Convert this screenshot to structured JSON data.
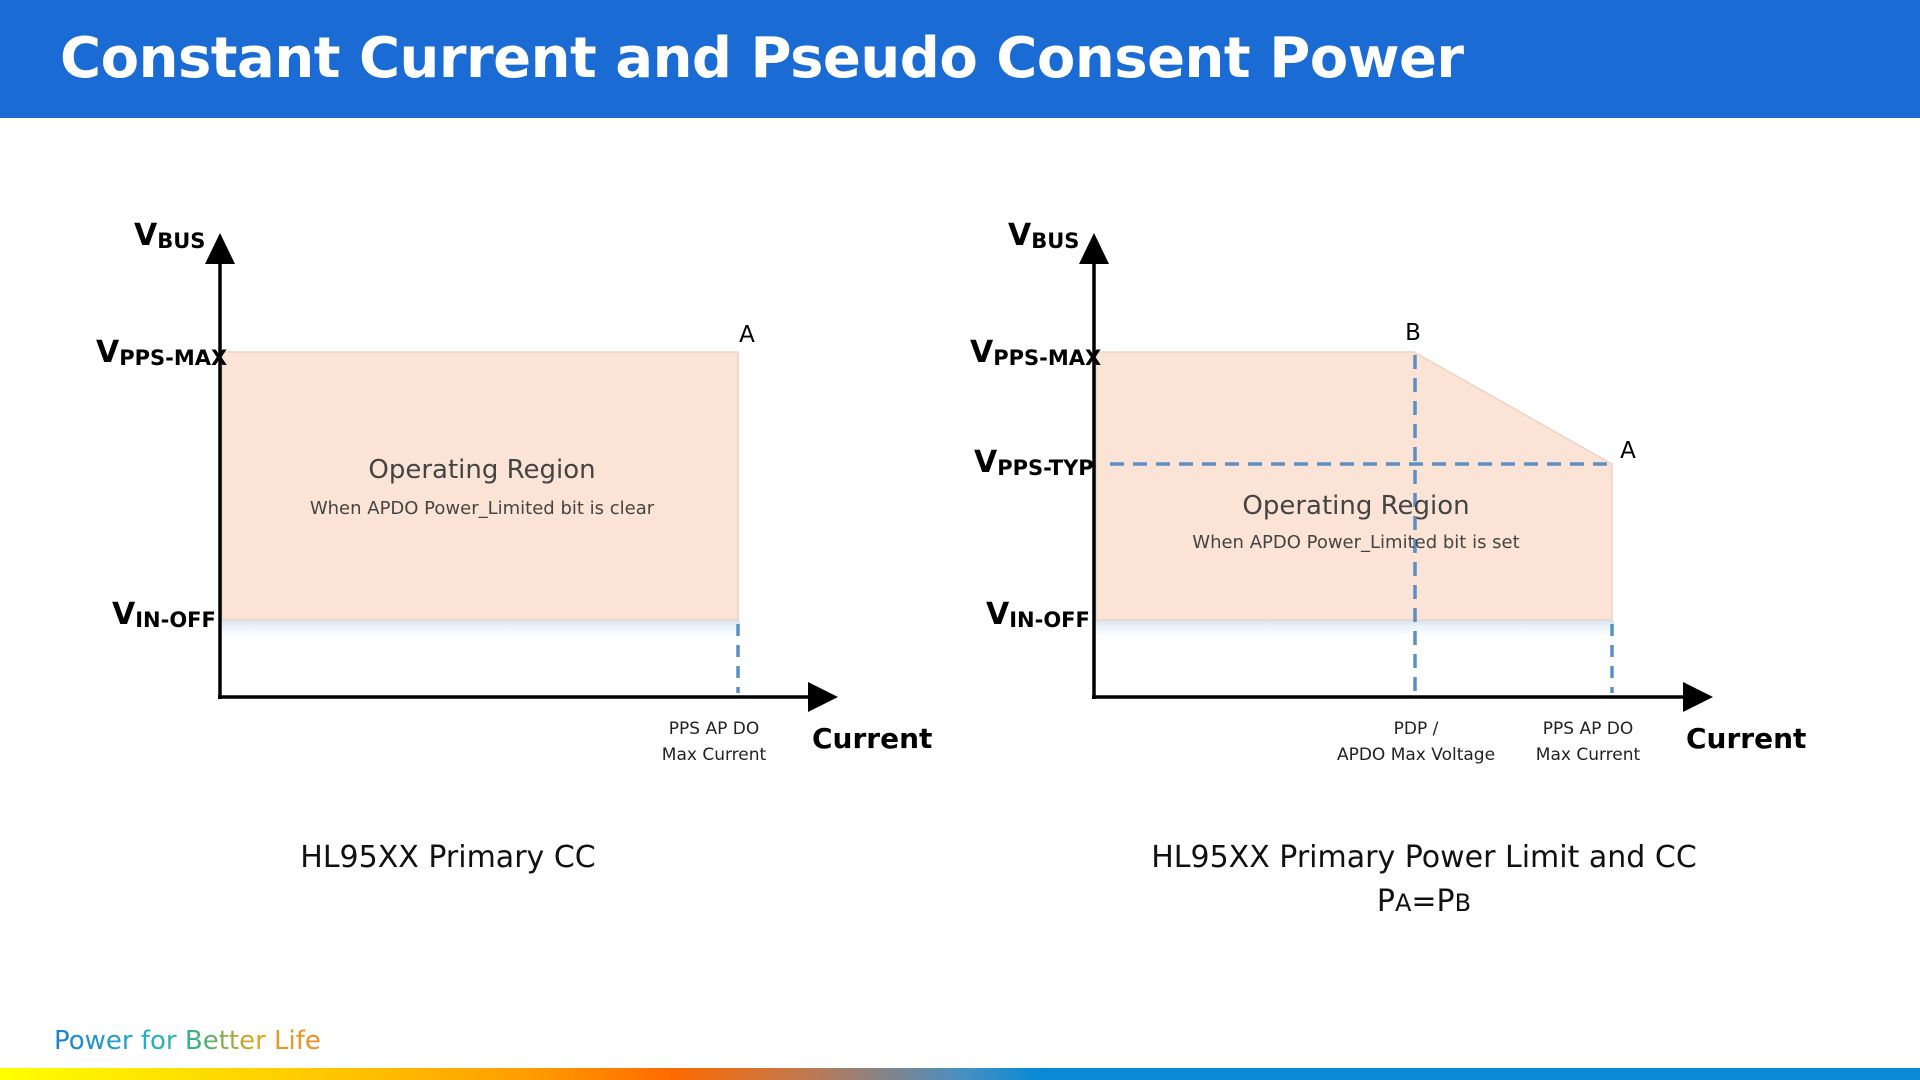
{
  "header": {
    "title": "Constant Current and Pseudo Consent Power",
    "background_color": "#1b6bd4"
  },
  "diagrams": [
    {
      "id": "left",
      "y_axis_label": {
        "main": "V",
        "sub": "BUS"
      },
      "x_axis_label": "Current",
      "levels": [
        {
          "main": "V",
          "sub": "PPS-MAX"
        },
        {
          "main": "V",
          "sub": "IN-OFF"
        }
      ],
      "point_labels": [
        "A"
      ],
      "x_markers": [
        {
          "lines": [
            "PPS AP DO",
            "Max Current"
          ]
        }
      ],
      "region_title": "Operating Region",
      "region_subtitle": "When APDO Power_Limited bit is clear",
      "caption": "HL95XX Primary CC"
    },
    {
      "id": "right",
      "y_axis_label": {
        "main": "V",
        "sub": "BUS"
      },
      "x_axis_label": "Current",
      "levels": [
        {
          "main": "V",
          "sub": "PPS-MAX"
        },
        {
          "main": "V",
          "sub": "PPS-TYP"
        },
        {
          "main": "V",
          "sub": "IN-OFF"
        }
      ],
      "point_labels": [
        "B",
        "A"
      ],
      "x_markers": [
        {
          "lines": [
            "PDP /",
            "APDO Max Voltage"
          ]
        },
        {
          "lines": [
            "PPS AP DO",
            "Max Current"
          ]
        }
      ],
      "region_title": "Operating Region",
      "region_subtitle": "When APDO Power_Limited bit is set",
      "caption": "HL95XX Primary Power Limit and CC",
      "formula": {
        "p1": "P",
        "s1": "A",
        "eq": "=",
        "p2": "P",
        "s2": "B"
      }
    }
  ],
  "colors": {
    "region_fill": "#fbe4d5",
    "dash_line": "#5b8fc7",
    "axis": "#000000"
  },
  "footer": {
    "tagline": "Power for Better Life"
  }
}
